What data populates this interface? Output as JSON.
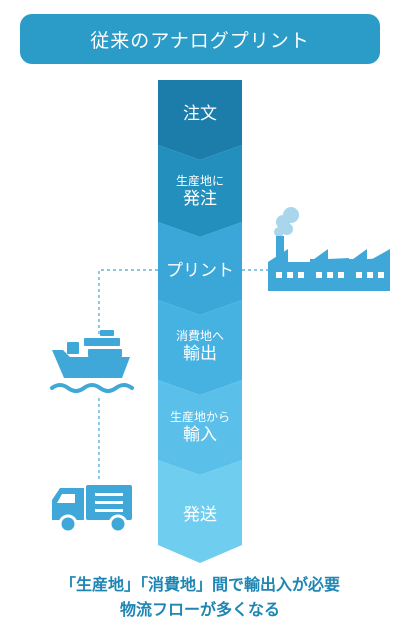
{
  "title": "従来のアナログプリント",
  "steps": [
    {
      "line1": "注文",
      "line2": ""
    },
    {
      "line1": "生産地に",
      "line2": "発注"
    },
    {
      "line1": "プリント",
      "line2": ""
    },
    {
      "line1": "消費地へ",
      "line2": "輸出"
    },
    {
      "line1": "生産地から",
      "line2": "輸入"
    },
    {
      "line1": "発送",
      "line2": ""
    }
  ],
  "caption": {
    "line1": "「生産地」「消費地」間で輸出入が必要",
    "line2": "物流フローが多くなる"
  },
  "colors": {
    "title_bg": "#2b9cc8",
    "steps": [
      "#1c7dab",
      "#238fbd",
      "#3aa7d8",
      "#45b2e2",
      "#5ac0ea",
      "#6fcdf0"
    ],
    "icon": "#3fa8d8",
    "caption": "#1f86b4"
  },
  "icons": [
    "factory-icon",
    "ship-icon",
    "truck-icon"
  ]
}
